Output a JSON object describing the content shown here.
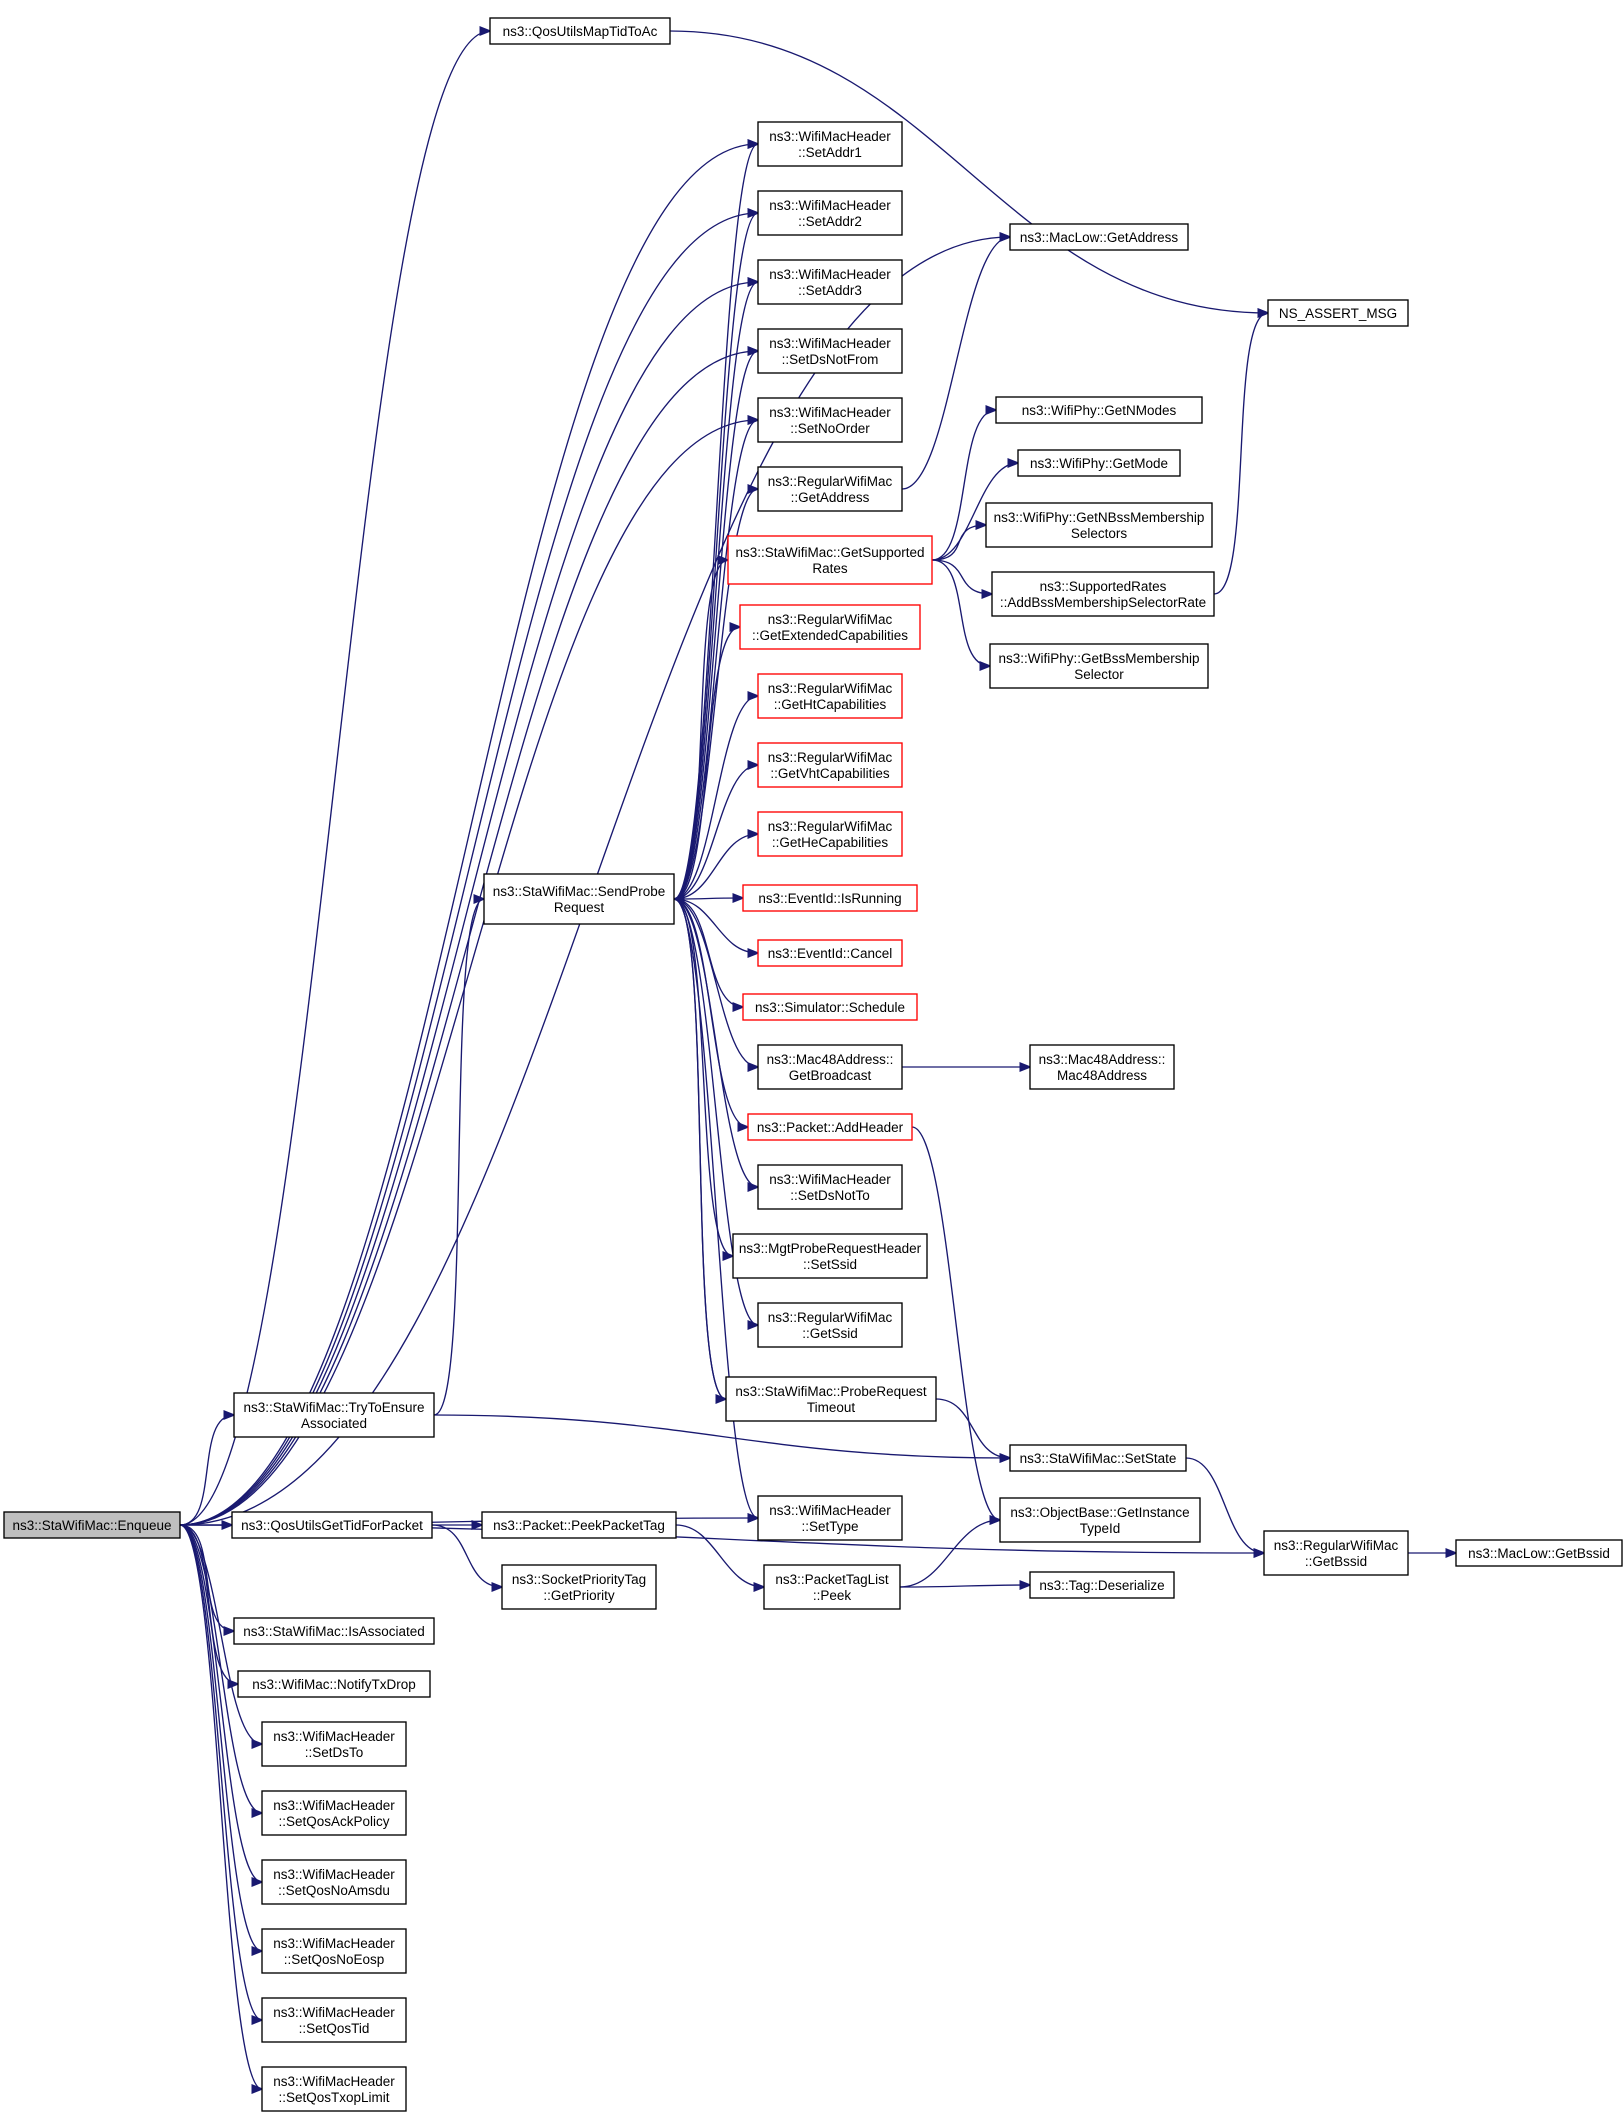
{
  "colors": {
    "edge": "#191970",
    "node_border": "#000000",
    "node_border_truncated": "#ff0000",
    "root_fill": "#bfbfbf",
    "node_fill": "#ffffff"
  },
  "nodes": {
    "enqueue": {
      "lines": [
        "ns3::StaWifiMac::Enqueue"
      ],
      "truncated": false,
      "root": true
    },
    "qosutils_map": {
      "lines": [
        "ns3::QosUtilsMapTidToAc"
      ],
      "truncated": false
    },
    "setaddr1": {
      "lines": [
        "ns3::WifiMacHeader",
        "::SetAddr1"
      ],
      "truncated": false
    },
    "setaddr2": {
      "lines": [
        "ns3::WifiMacHeader",
        "::SetAddr2"
      ],
      "truncated": false
    },
    "setaddr3": {
      "lines": [
        "ns3::WifiMacHeader",
        "::SetAddr3"
      ],
      "truncated": false
    },
    "setdsnotfrom": {
      "lines": [
        "ns3::WifiMacHeader",
        "::SetDsNotFrom"
      ],
      "truncated": false
    },
    "setnoorder": {
      "lines": [
        "ns3::WifiMacHeader",
        "::SetNoOrder"
      ],
      "truncated": false
    },
    "rwm_getaddress": {
      "lines": [
        "ns3::RegularWifiMac",
        "::GetAddress"
      ],
      "truncated": false
    },
    "getsupportedrates": {
      "lines": [
        "ns3::StaWifiMac::GetSupported",
        "Rates"
      ],
      "truncated": true
    },
    "getextcap": {
      "lines": [
        "ns3::RegularWifiMac",
        "::GetExtendedCapabilities"
      ],
      "truncated": true
    },
    "gethtcap": {
      "lines": [
        "ns3::RegularWifiMac",
        "::GetHtCapabilities"
      ],
      "truncated": true
    },
    "getvhtcap": {
      "lines": [
        "ns3::RegularWifiMac",
        "::GetVhtCapabilities"
      ],
      "truncated": true
    },
    "gethecap": {
      "lines": [
        "ns3::RegularWifiMac",
        "::GetHeCapabilities"
      ],
      "truncated": true
    },
    "isrunning": {
      "lines": [
        "ns3::EventId::IsRunning"
      ],
      "truncated": true
    },
    "cancel": {
      "lines": [
        "ns3::EventId::Cancel"
      ],
      "truncated": true
    },
    "schedule": {
      "lines": [
        "ns3::Simulator::Schedule"
      ],
      "truncated": true
    },
    "getbroadcast": {
      "lines": [
        "ns3::Mac48Address::",
        "GetBroadcast"
      ],
      "truncated": false
    },
    "addheader": {
      "lines": [
        "ns3::Packet::AddHeader"
      ],
      "truncated": true
    },
    "setdsnotto": {
      "lines": [
        "ns3::WifiMacHeader",
        "::SetDsNotTo"
      ],
      "truncated": false
    },
    "setssid": {
      "lines": [
        "ns3::MgtProbeRequestHeader",
        "::SetSsid"
      ],
      "truncated": false
    },
    "getssid": {
      "lines": [
        "ns3::RegularWifiMac",
        "::GetSsid"
      ],
      "truncated": false
    },
    "probetimeout": {
      "lines": [
        "ns3::StaWifiMac::ProbeRequest",
        "Timeout"
      ],
      "truncated": false
    },
    "sendprobe": {
      "lines": [
        "ns3::StaWifiMac::SendProbe",
        "Request"
      ],
      "truncated": false
    },
    "trytoensure": {
      "lines": [
        "ns3::StaWifiMac::TryToEnsure",
        "Associated"
      ],
      "truncated": false
    },
    "qosgettid": {
      "lines": [
        "ns3::QosUtilsGetTidForPacket"
      ],
      "truncated": false
    },
    "settype": {
      "lines": [
        "ns3::WifiMacHeader",
        "::SetType"
      ],
      "truncated": false
    },
    "peekpackettag": {
      "lines": [
        "ns3::Packet::PeekPacketTag"
      ],
      "truncated": false
    },
    "socketprio": {
      "lines": [
        "ns3::SocketPriorityTag",
        "::GetPriority"
      ],
      "truncated": false
    },
    "ptl_peek": {
      "lines": [
        "ns3::PacketTagList",
        "::Peek"
      ],
      "truncated": false
    },
    "isassociated": {
      "lines": [
        "ns3::StaWifiMac::IsAssociated"
      ],
      "truncated": false
    },
    "notifytxdrop": {
      "lines": [
        "ns3::WifiMac::NotifyTxDrop"
      ],
      "truncated": false
    },
    "setdsto": {
      "lines": [
        "ns3::WifiMacHeader",
        "::SetDsTo"
      ],
      "truncated": false
    },
    "setqosackpolicy": {
      "lines": [
        "ns3::WifiMacHeader",
        "::SetQosAckPolicy"
      ],
      "truncated": false
    },
    "setqosnoamsdu": {
      "lines": [
        "ns3::WifiMacHeader",
        "::SetQosNoAmsdu"
      ],
      "truncated": false
    },
    "setqosnoeosp": {
      "lines": [
        "ns3::WifiMacHeader",
        "::SetQosNoEosp"
      ],
      "truncated": false
    },
    "setqostid": {
      "lines": [
        "ns3::WifiMacHeader",
        "::SetQosTid"
      ],
      "truncated": false
    },
    "setqostxoplimit": {
      "lines": [
        "ns3::WifiMacHeader",
        "::SetQosTxopLimit"
      ],
      "truncated": false
    },
    "maclow_getaddress": {
      "lines": [
        "ns3::MacLow::GetAddress"
      ],
      "truncated": false
    },
    "ns_assert_msg": {
      "lines": [
        "NS_ASSERT_MSG"
      ],
      "truncated": false
    },
    "getnmodes": {
      "lines": [
        "ns3::WifiPhy::GetNModes"
      ],
      "truncated": false
    },
    "getmode": {
      "lines": [
        "ns3::WifiPhy::GetMode"
      ],
      "truncated": false
    },
    "getnbss": {
      "lines": [
        "ns3::WifiPhy::GetNBssMembership",
        "Selectors"
      ],
      "truncated": false
    },
    "addbss": {
      "lines": [
        "ns3::SupportedRates",
        "::AddBssMembershipSelectorRate"
      ],
      "truncated": false
    },
    "getbss": {
      "lines": [
        "ns3::WifiPhy::GetBssMembership",
        "Selector"
      ],
      "truncated": false
    },
    "mac48address": {
      "lines": [
        "ns3::Mac48Address::",
        "Mac48Address"
      ],
      "truncated": false
    },
    "setstate": {
      "lines": [
        "ns3::StaWifiMac::SetState"
      ],
      "truncated": false
    },
    "getinstancetypeid": {
      "lines": [
        "ns3::ObjectBase::GetInstance",
        "TypeId"
      ],
      "truncated": false
    },
    "tag_deserialize": {
      "lines": [
        "ns3::Tag::Deserialize"
      ],
      "truncated": false
    },
    "rwm_getbssid": {
      "lines": [
        "ns3::RegularWifiMac",
        "::GetBssid"
      ],
      "truncated": false
    },
    "maclow_getbssid": {
      "lines": [
        "ns3::MacLow::GetBssid"
      ],
      "truncated": false
    }
  },
  "edges": [
    [
      "enqueue",
      "qosutils_map"
    ],
    [
      "enqueue",
      "setaddr1"
    ],
    [
      "enqueue",
      "setaddr2"
    ],
    [
      "enqueue",
      "setaddr3"
    ],
    [
      "enqueue",
      "setdsnotfrom"
    ],
    [
      "enqueue",
      "maclow_getaddress"
    ],
    [
      "enqueue",
      "trytoensure"
    ],
    [
      "enqueue",
      "qosgettid"
    ],
    [
      "enqueue",
      "settype"
    ],
    [
      "enqueue",
      "rwm_getbssid"
    ],
    [
      "enqueue",
      "isassociated"
    ],
    [
      "enqueue",
      "notifytxdrop"
    ],
    [
      "enqueue",
      "setdsto"
    ],
    [
      "enqueue",
      "setqosackpolicy"
    ],
    [
      "enqueue",
      "setqosnoamsdu"
    ],
    [
      "enqueue",
      "setqosnoeosp"
    ],
    [
      "enqueue",
      "setqostid"
    ],
    [
      "enqueue",
      "setqostxoplimit"
    ],
    [
      "enqueue",
      "setnoorder"
    ],
    [
      "qosutils_map",
      "ns_assert_msg"
    ],
    [
      "trytoensure",
      "sendprobe"
    ],
    [
      "trytoensure",
      "setstate"
    ],
    [
      "qosgettid",
      "peekpackettag"
    ],
    [
      "qosgettid",
      "socketprio"
    ],
    [
      "peekpackettag",
      "ptl_peek"
    ],
    [
      "ptl_peek",
      "getinstancetypeid"
    ],
    [
      "ptl_peek",
      "tag_deserialize"
    ],
    [
      "sendprobe",
      "setaddr1"
    ],
    [
      "sendprobe",
      "setaddr2"
    ],
    [
      "sendprobe",
      "setaddr3"
    ],
    [
      "sendprobe",
      "setdsnotfrom"
    ],
    [
      "sendprobe",
      "setnoorder"
    ],
    [
      "sendprobe",
      "rwm_getaddress"
    ],
    [
      "sendprobe",
      "getsupportedrates"
    ],
    [
      "sendprobe",
      "getextcap"
    ],
    [
      "sendprobe",
      "gethtcap"
    ],
    [
      "sendprobe",
      "getvhtcap"
    ],
    [
      "sendprobe",
      "gethecap"
    ],
    [
      "sendprobe",
      "isrunning"
    ],
    [
      "sendprobe",
      "cancel"
    ],
    [
      "sendprobe",
      "schedule"
    ],
    [
      "sendprobe",
      "getbroadcast"
    ],
    [
      "sendprobe",
      "addheader"
    ],
    [
      "sendprobe",
      "setdsnotto"
    ],
    [
      "sendprobe",
      "setssid"
    ],
    [
      "sendprobe",
      "getssid"
    ],
    [
      "sendprobe",
      "probetimeout"
    ],
    [
      "sendprobe",
      "settype"
    ],
    [
      "probetimeout",
      "sendprobe"
    ],
    [
      "probetimeout",
      "setstate"
    ],
    [
      "rwm_getaddress",
      "maclow_getaddress"
    ],
    [
      "getsupportedrates",
      "getnmodes"
    ],
    [
      "getsupportedrates",
      "getmode"
    ],
    [
      "getsupportedrates",
      "getnbss"
    ],
    [
      "getsupportedrates",
      "addbss"
    ],
    [
      "getsupportedrates",
      "getbss"
    ],
    [
      "addbss",
      "ns_assert_msg"
    ],
    [
      "getbroadcast",
      "mac48address"
    ],
    [
      "addheader",
      "getinstancetypeid"
    ],
    [
      "setstate",
      "rwm_getbssid"
    ],
    [
      "rwm_getbssid",
      "maclow_getbssid"
    ]
  ]
}
